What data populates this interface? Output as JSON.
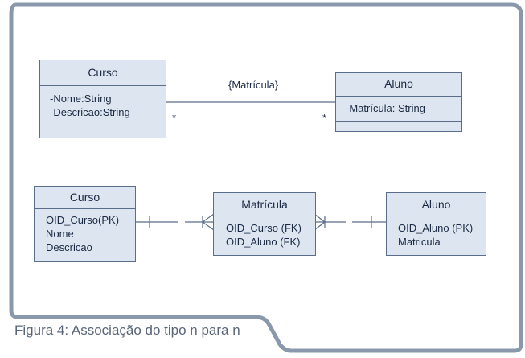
{
  "uml": {
    "curso": {
      "title": "Curso",
      "attrs": [
        "-Nome:String",
        "-Descricao:String"
      ]
    },
    "aluno": {
      "title": "Aluno",
      "attrs": [
        "-Matrícula: String"
      ]
    },
    "association_label": "{Matrícula}",
    "mult_left": "*",
    "mult_right": "*"
  },
  "er": {
    "curso": {
      "title": "Curso",
      "attrs": [
        "OID_Curso(PK)",
        "Nome",
        "Descricao"
      ]
    },
    "matricula": {
      "title": "Matrícula",
      "attrs": [
        "OID_Curso (FK)",
        "OID_Aluno (FK)"
      ]
    },
    "aluno": {
      "title": "Aluno",
      "attrs": [
        "OID_Aluno (PK)",
        "Matricula"
      ]
    }
  },
  "caption": "Figura 4: Associação do tipo n para n",
  "colors": {
    "box_fill": "#dde6f0",
    "border": "#5a6e8a",
    "frame": "#8a98ac",
    "text": "#1b2a44"
  }
}
